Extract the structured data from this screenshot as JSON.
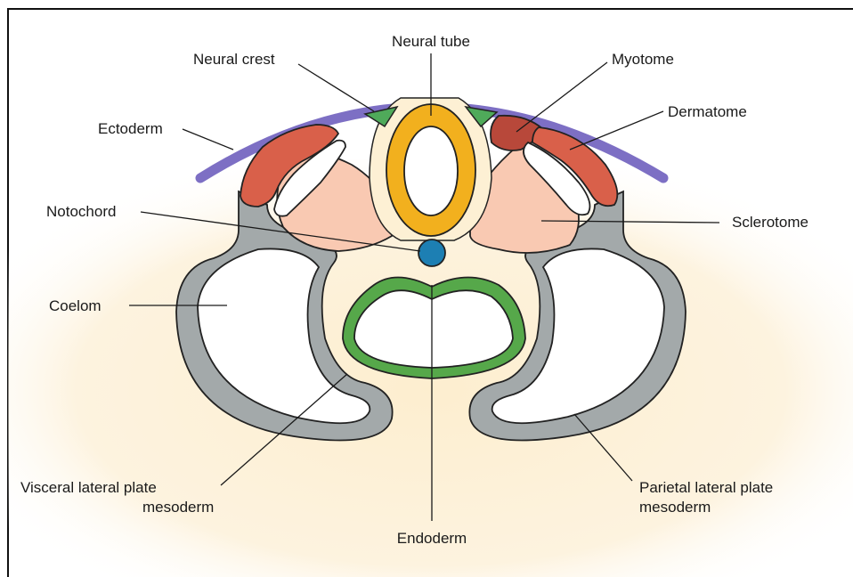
{
  "labels": {
    "neural_tube": "Neural tube",
    "neural_crest": "Neural crest",
    "myotome": "Myotome",
    "dermatome": "Dermatome",
    "ectoderm": "Ectoderm",
    "notochord": "Notochord",
    "sclerotome": "Sclerotome",
    "coelom": "Coelom",
    "visceral_line1": "Visceral lateral plate",
    "visceral_line2": "mesoderm",
    "parietal_line1": "Parietal lateral plate",
    "parietal_line2": "mesoderm",
    "endoderm": "Endoderm"
  },
  "colors": {
    "ectoderm": "#7d6fc4",
    "neural_tube": "#f2b01e",
    "neural_crest": "#4faa5a",
    "notochord": "#1d7fb3",
    "endoderm": "#56a84a",
    "dermomyotome": "#d9604a",
    "myotome_dark": "#b8483a",
    "sclerotome": "#f9c9b2",
    "lateral_plate": "#a3a9aa",
    "background_glow": "#fdf0d4"
  }
}
